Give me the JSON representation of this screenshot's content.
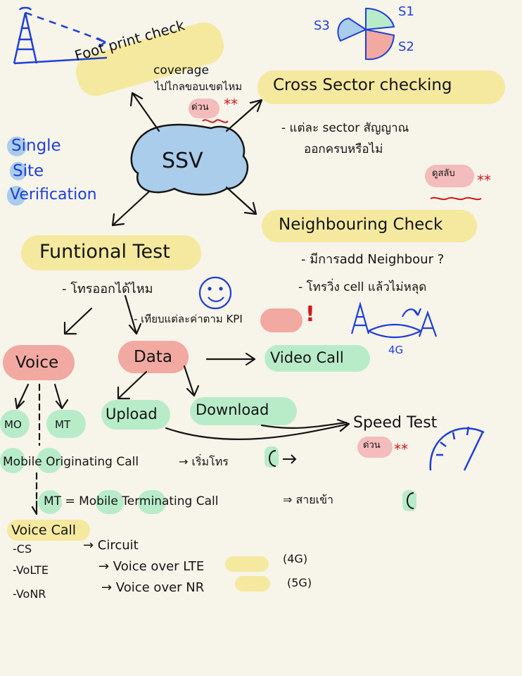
{
  "colors": {
    "paper": "#f7f4ea",
    "ink": "#1a1a1a",
    "blue_ink": "#1f3fd8",
    "red_ink": "#d01818",
    "highlight_yellow": "#f5e9a0",
    "highlight_green": "#b8ecc9",
    "highlight_red": "#f2a9a1",
    "highlight_blue": "#a9cdea"
  },
  "center": {
    "label": "SSV"
  },
  "side_title": [
    "Single",
    "Site",
    "Verification"
  ],
  "sector_labels": {
    "s1": "S1",
    "s2": "S2",
    "s3": "S3"
  },
  "footprint": {
    "title": "Foot print check",
    "lines": [
      "coverage",
      "ไปไกลขอบเขตไหม"
    ],
    "note": "ด่วน",
    "stars": "**"
  },
  "cross_sector": {
    "title": "Cross Sector checking",
    "lines": [
      "- แต่ละ sector สัญญาณ",
      "ออกครบหรือไม่"
    ],
    "note": "ดูสลับ",
    "stars": "**"
  },
  "neighbouring": {
    "title": "Neighbouring Check",
    "lines": [
      "- มีการadd Neighbour ?",
      "- โทรวิ่ง cell แล้วไม่หลุด"
    ],
    "tech_label": "4G"
  },
  "functional": {
    "title": "Funtional Test",
    "line1": "- โทรออกได้ไหม",
    "line2": "- เทียบแต่ละค่าตาม KPI",
    "kpi_mark": "!"
  },
  "nodes": {
    "voice": "Voice",
    "data": "Data",
    "video": "Video Call",
    "upload": "Upload",
    "download": "Download",
    "speed": "Speed Test",
    "speed_note": "ด่วน",
    "speed_stars": "**",
    "mo": "MO",
    "mt": "MT"
  },
  "mo_line": {
    "text": "Mobile Originating Call",
    "arrow_text": "→ เริ่มโทร"
  },
  "mt_line": {
    "text": "MT = Mobile Terminating Call",
    "arrow_text": "⇒ สายเข้า"
  },
  "voice_call": {
    "title": "Voice Call",
    "items": [
      {
        "name": "-CS",
        "desc": "→ Circuit"
      },
      {
        "name": "-VoLTE",
        "desc": "→ Voice over LTE",
        "gen": "(4G)"
      },
      {
        "name": "-VoNR",
        "desc": "→ Voice over NR",
        "gen": "(5G)"
      }
    ]
  }
}
